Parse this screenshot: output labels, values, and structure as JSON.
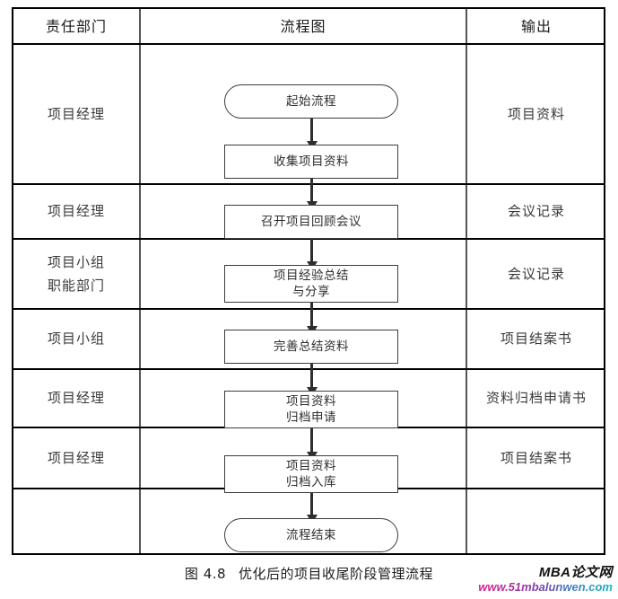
{
  "table": {
    "headers": {
      "department": "责任部门",
      "flowchart": "流程图",
      "output": "输出"
    },
    "rows": [
      {
        "department_line1": "项目经理",
        "department_line2": "",
        "output": "项目资料"
      },
      {
        "department_line1": "项目经理",
        "department_line2": "",
        "output": "会议记录"
      },
      {
        "department_line1": "项目小组",
        "department_line2": "职能部门",
        "output": "会议记录"
      },
      {
        "department_line1": "项目小组",
        "department_line2": "",
        "output": "项目结案书"
      },
      {
        "department_line1": "项目经理",
        "department_line2": "",
        "output": "资料归档申请书"
      },
      {
        "department_line1": "项目经理",
        "department_line2": "",
        "output": "项目结案书"
      },
      {
        "department_line1": "",
        "department_line2": "",
        "output": ""
      }
    ]
  },
  "flowchart": {
    "nodes": [
      {
        "id": "start",
        "shape": "terminal",
        "line1": "起始流程",
        "line2": ""
      },
      {
        "id": "collect-data",
        "shape": "process",
        "line1": "收集项目资料",
        "line2": ""
      },
      {
        "id": "review-meeting",
        "shape": "process",
        "line1": "召开项目回顾会议",
        "line2": ""
      },
      {
        "id": "experience-share",
        "shape": "process",
        "line1": "项目经验总结",
        "line2": "与分享"
      },
      {
        "id": "refine-summary",
        "shape": "process",
        "line1": "完善总结资料",
        "line2": ""
      },
      {
        "id": "archive-request",
        "shape": "process",
        "line1": "项目资料",
        "line2": "归档申请"
      },
      {
        "id": "archive-store",
        "shape": "process",
        "line1": "项目资料",
        "line2": "归档入库"
      },
      {
        "id": "end",
        "shape": "terminal",
        "line1": "流程结束",
        "line2": ""
      }
    ]
  },
  "caption": {
    "figure_number": "图 4.8",
    "text": "优化后的项目收尾阶段管理流程"
  },
  "watermark": {
    "title": "MBA论文网",
    "url": "www.51mbalunwen.com"
  },
  "colors": {
    "border": "#000000",
    "node_border": "#3c3c3c",
    "text": "#2b2b2b",
    "watermark_gradient_start": "#d81f8c",
    "watermark_gradient_end": "#16b5c6"
  }
}
